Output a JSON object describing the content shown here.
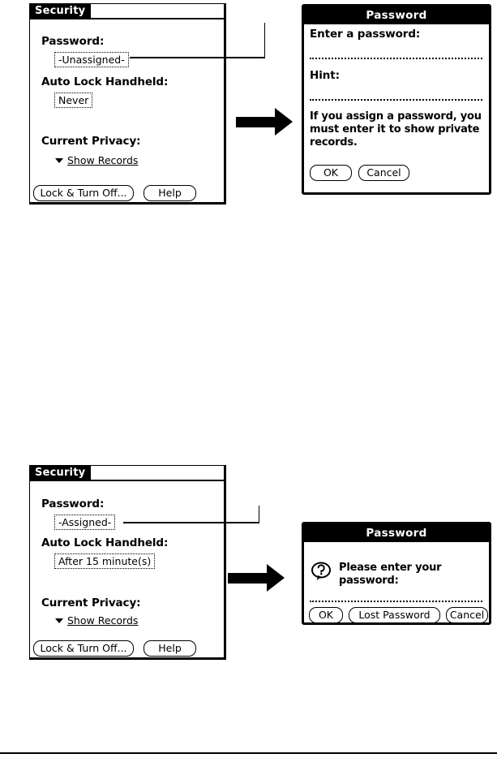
{
  "page": {
    "bottom_rule": true
  },
  "screens": [
    {
      "id": "security-unassigned",
      "title": "Security",
      "fields": {
        "password_label": "Password:",
        "password_value": "-Unassigned-",
        "autolock_label": "Auto Lock Handheld:",
        "autolock_value": "Never",
        "privacy_label": "Current Privacy:",
        "privacy_value": "Show Records"
      },
      "buttons": {
        "lock": "Lock & Turn Off...",
        "help": "Help"
      }
    },
    {
      "id": "security-assigned",
      "title": "Security",
      "fields": {
        "password_label": "Password:",
        "password_value": "-Assigned-",
        "autolock_label": "Auto Lock Handheld:",
        "autolock_value": "After 15 minute(s)",
        "privacy_label": "Current Privacy:",
        "privacy_value": "Show Records"
      },
      "buttons": {
        "lock": "Lock & Turn Off...",
        "help": "Help"
      }
    }
  ],
  "dialogs": [
    {
      "id": "password-create",
      "title": "Password",
      "enter_label": "Enter a password:",
      "enter_value": "",
      "hint_label": "Hint:",
      "hint_value": "",
      "note": "If you assign a password, you must enter it to show private records.",
      "buttons": {
        "ok": "OK",
        "cancel": "Cancel"
      }
    },
    {
      "id": "password-enter",
      "title": "Password",
      "icon": "question-bubble-icon",
      "prompt": "Please enter your password:",
      "password_value": "",
      "buttons": {
        "ok": "OK",
        "lost": "Lost Password",
        "cancel": "Cancel"
      }
    }
  ]
}
